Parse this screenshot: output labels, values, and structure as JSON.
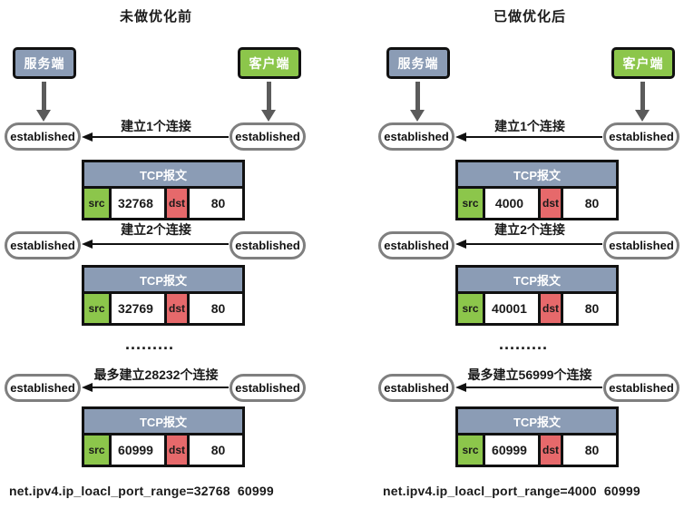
{
  "colors": {
    "node_slate": "#8B9CB5",
    "node_green": "#8CC64B",
    "cell_red": "#E6696B",
    "oval_border": "#7F7F7F",
    "arrow_gray": "#5B5B5B",
    "line_black": "#111111"
  },
  "panels": [
    {
      "title": "未做优化前",
      "server_label": "服务端",
      "client_label": "客户端",
      "established": "established",
      "rows": [
        {
          "label": "建立1个连接"
        },
        {
          "label": "建立2个连接"
        },
        {
          "label": "最多建立28232个连接"
        }
      ],
      "packets": [
        {
          "header": "TCP报文",
          "src_key": "src",
          "src_value": "32768",
          "dst_key": "dst",
          "dst_value": "80"
        },
        {
          "header": "TCP报文",
          "src_key": "src",
          "src_value": "32769",
          "dst_key": "dst",
          "dst_value": "80"
        },
        {
          "header": "TCP报文",
          "src_key": "src",
          "src_value": "60999",
          "dst_key": "dst",
          "dst_value": "80"
        }
      ],
      "dots": ".........",
      "sysctl": "net.ipv4.ip_loacl_port_range=32768  60999"
    },
    {
      "title": "已做优化后",
      "server_label": "服务端",
      "client_label": "客户端",
      "established": "established",
      "rows": [
        {
          "label": "建立1个连接"
        },
        {
          "label": "建立2个连接"
        },
        {
          "label": "最多建立56999个连接"
        }
      ],
      "packets": [
        {
          "header": "TCP报文",
          "src_key": "src",
          "src_value": "4000",
          "dst_key": "dst",
          "dst_value": "80"
        },
        {
          "header": "TCP报文",
          "src_key": "src",
          "src_value": "40001",
          "dst_key": "dst",
          "dst_value": "80"
        },
        {
          "header": "TCP报文",
          "src_key": "src",
          "src_value": "60999",
          "dst_key": "dst",
          "dst_value": "80"
        }
      ],
      "dots": ".........",
      "sysctl": "net.ipv4.ip_loacl_port_range=4000  60999"
    }
  ]
}
